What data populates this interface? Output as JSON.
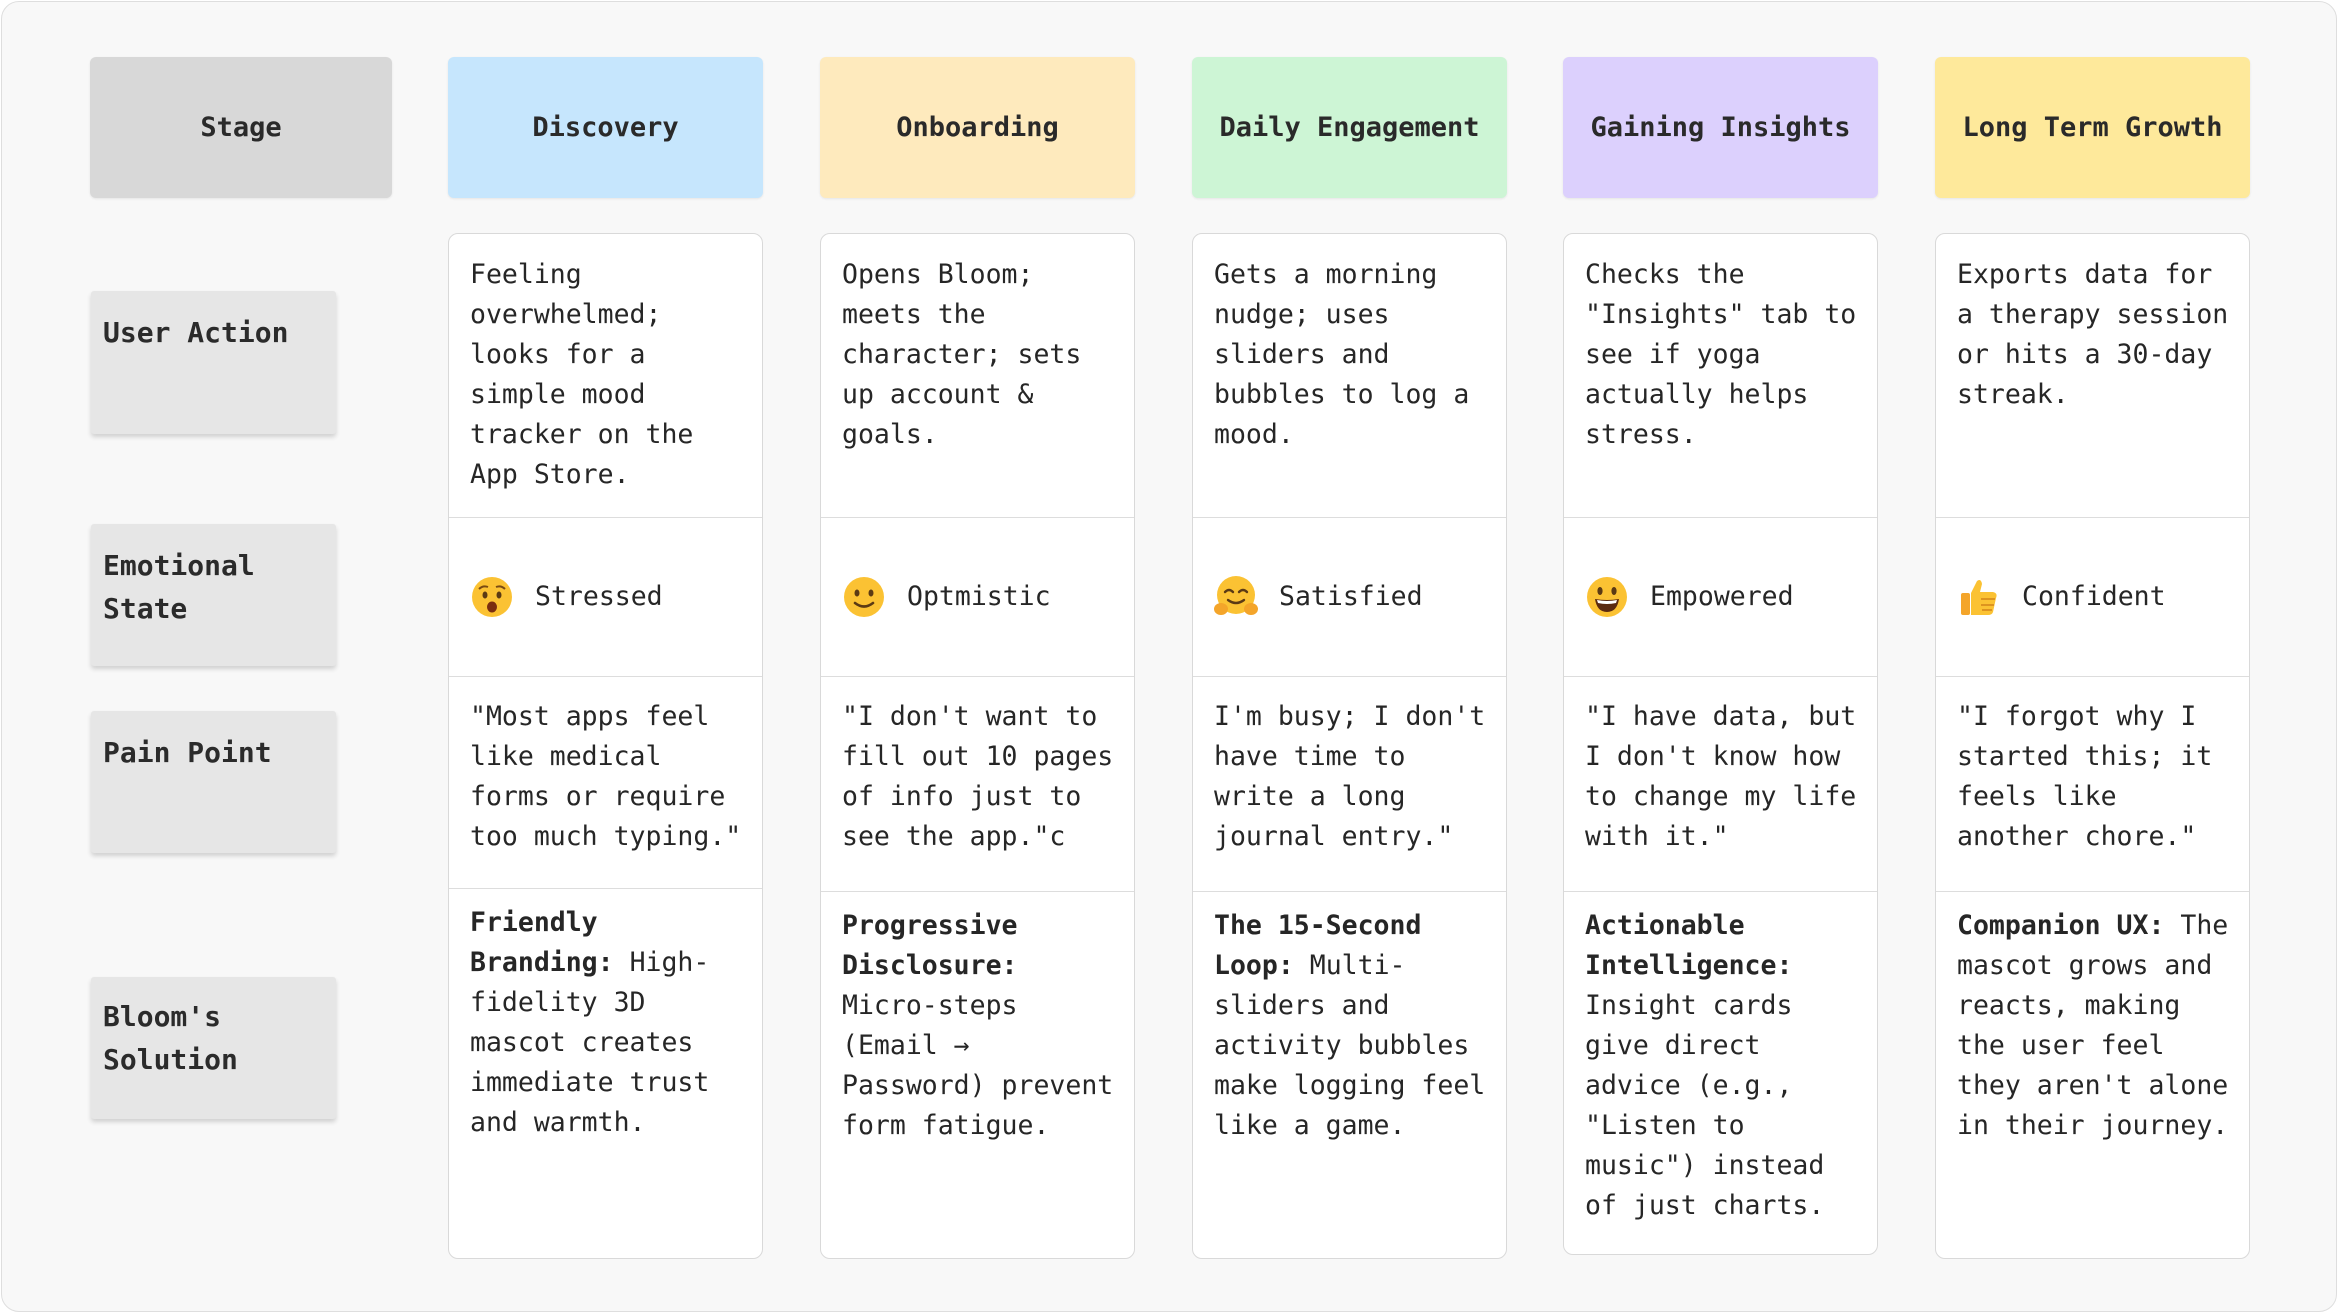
{
  "header": {
    "stage_label": "Stage",
    "stages": [
      {
        "label": "Discovery",
        "color": "#c6e6fd"
      },
      {
        "label": "Onboarding",
        "color": "#feeabd"
      },
      {
        "label": "Daily Engagement",
        "color": "#cdf5d5"
      },
      {
        "label": "Gaining Insights",
        "color": "#dcd0fd"
      },
      {
        "label": "Long Term Growth",
        "color": "#fee99b"
      }
    ],
    "stage_label_color": "#d8d8d8"
  },
  "rows": {
    "user_action": "User Action",
    "emotional_state": "Emotional State",
    "pain_point": "Pain Point",
    "solution": "Bloom's Solution"
  },
  "columns": [
    {
      "user_action": "Feeling overwhelmed; looks for a simple mood tracker on the App Store.",
      "emotion": {
        "label": "Stressed",
        "icon": "worried-face-icon"
      },
      "pain_point": "\"Most apps feel like medical forms or require too much typing.\"",
      "solution_title": "Friendly Branding:",
      "solution_text": "High-fidelity 3D mascot creates immediate trust and warmth."
    },
    {
      "user_action": "Opens Bloom; meets the character; sets up account & goals.",
      "emotion": {
        "label": "Optmistic",
        "icon": "slightly-smiling-face-icon"
      },
      "pain_point": "\"I don't want to fill out 10 pages of info just to see the app.\"c",
      "solution_title": "Progressive Disclosure:",
      "solution_text": "Micro-steps (Email → Password) prevent form fatigue."
    },
    {
      "user_action": "Gets a morning nudge; uses sliders and bubbles to log a mood.",
      "emotion": {
        "label": "Satisfied",
        "icon": "hugging-face-icon"
      },
      "pain_point": "I'm busy; I don't have time to write a long journal entry.\"",
      "solution_title": "The 15-Second Loop:",
      "solution_text": "Multi-sliders and activity bubbles make logging feel like a game."
    },
    {
      "user_action": "Checks the \"Insights\" tab to see if yoga actually helps stress.",
      "emotion": {
        "label": "Empowered",
        "icon": "grinning-face-icon"
      },
      "pain_point": "\"I have data, but I don't know how to change my life with it.\"",
      "solution_title": "Actionable Intelligence:",
      "solution_text": "Insight cards give direct advice (e.g., \"Listen to music\") instead of just charts."
    },
    {
      "user_action": "Exports data for a therapy session or hits a 30-day streak.",
      "emotion": {
        "label": "Confident",
        "icon": "thumbs-up-icon"
      },
      "pain_point": "\"I forgot why I started this; it feels like another chore.\"",
      "solution_title": "Companion UX:",
      "solution_text": "The mascot grows and reacts, making the user feel they aren't alone in their journey."
    }
  ]
}
